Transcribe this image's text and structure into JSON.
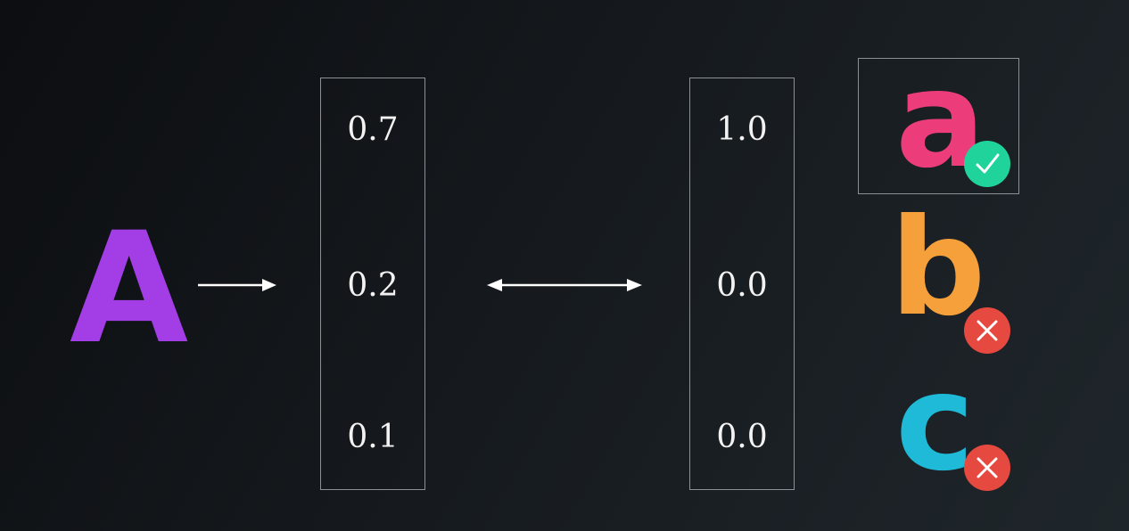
{
  "input": {
    "letter": "A",
    "color": "#a33de6"
  },
  "prediction": {
    "values": [
      "0.7",
      "0.2",
      "0.1"
    ]
  },
  "target": {
    "values": [
      "1.0",
      "0.0",
      "0.0"
    ]
  },
  "labels": [
    {
      "letter": "a",
      "color": "#ec3d7a",
      "status": "correct",
      "badge_icon": "check-icon",
      "badge_color": "#1fd39a"
    },
    {
      "letter": "b",
      "color": "#f5a03a",
      "status": "wrong",
      "badge_icon": "cross-icon",
      "badge_color": "#e5493f"
    },
    {
      "letter": "c",
      "color": "#1ebad8",
      "status": "wrong",
      "badge_icon": "cross-icon",
      "badge_color": "#e5493f"
    }
  ]
}
